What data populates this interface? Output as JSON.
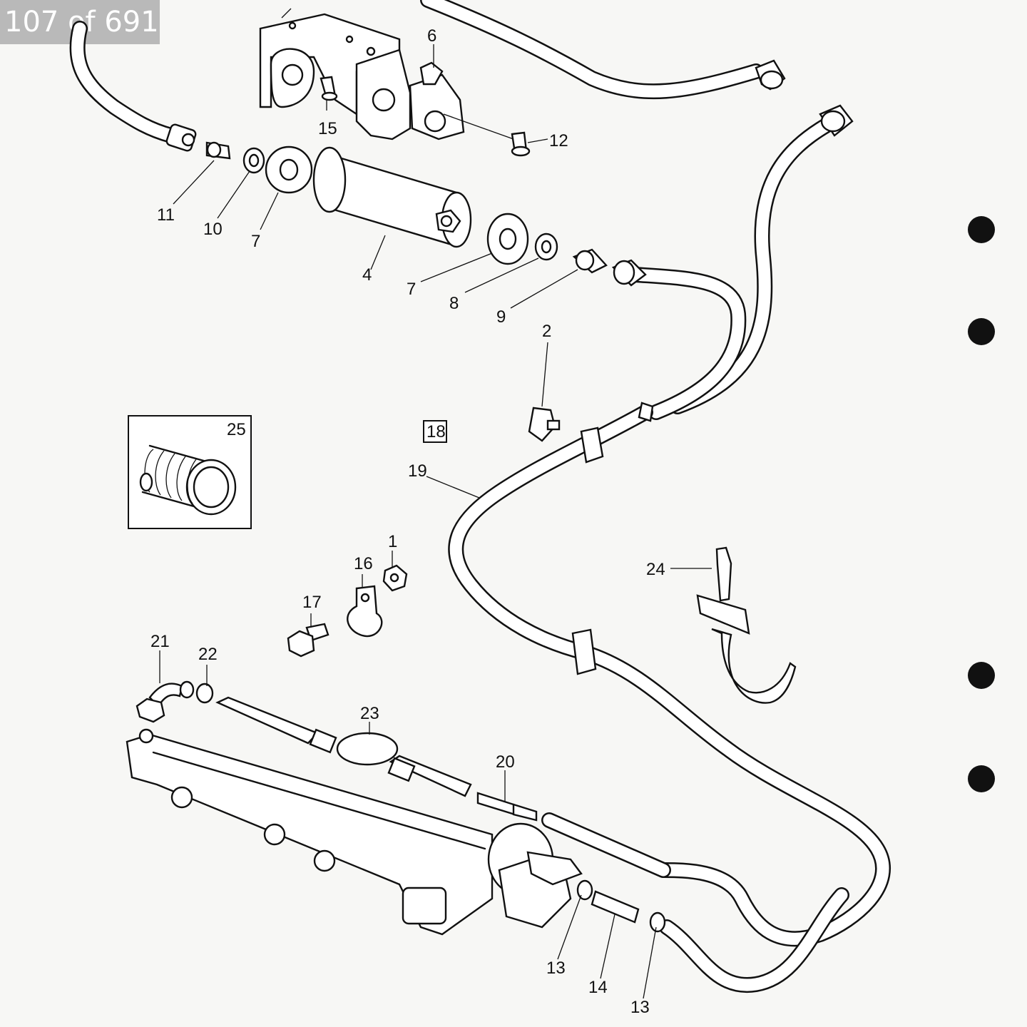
{
  "viewer": {
    "page_counter": "107 of 691"
  },
  "diagram": {
    "section_ref": "18",
    "inset_label": "25",
    "callouts": {
      "c1": "1",
      "c2": "2",
      "c4": "4",
      "c6": "6",
      "c7a": "7",
      "c7b": "7",
      "c8": "8",
      "c9": "9",
      "c10": "10",
      "c11": "11",
      "c12": "12",
      "c13a": "13",
      "c13b": "13",
      "c14": "14",
      "c15": "15",
      "c16": "16",
      "c17": "17",
      "c19": "19",
      "c20": "20",
      "c21": "21",
      "c22": "22",
      "c23": "23",
      "c24": "24"
    }
  }
}
